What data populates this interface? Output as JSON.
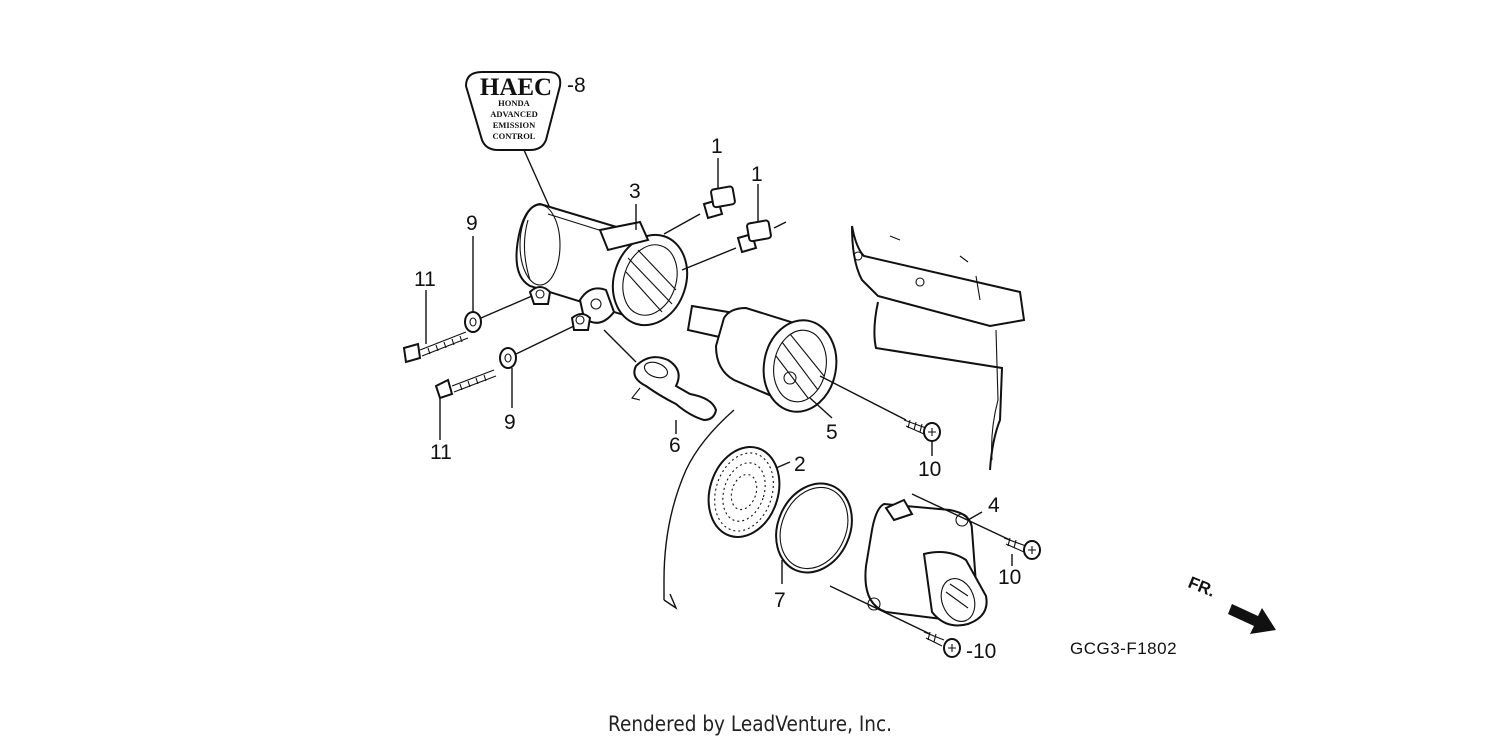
{
  "decal": {
    "title": "HAEC",
    "lines": [
      "HONDA",
      "ADVANCED",
      "EMISSION",
      "CONTROL"
    ]
  },
  "callouts": {
    "c1a": "1",
    "c1b": "1",
    "c2": "2",
    "c3": "3",
    "c4": "4",
    "c5": "5",
    "c6": "6",
    "c7": "7",
    "c8": "-8",
    "c9a": "9",
    "c9b": "9",
    "c10a": "10",
    "c10b": "10",
    "c10c": "-10",
    "c11a": "11",
    "c11b": "11"
  },
  "front_indicator": "FR.",
  "diagram_code": "GCG3-F1802",
  "credit": "Rendered by LeadVenture, Inc."
}
